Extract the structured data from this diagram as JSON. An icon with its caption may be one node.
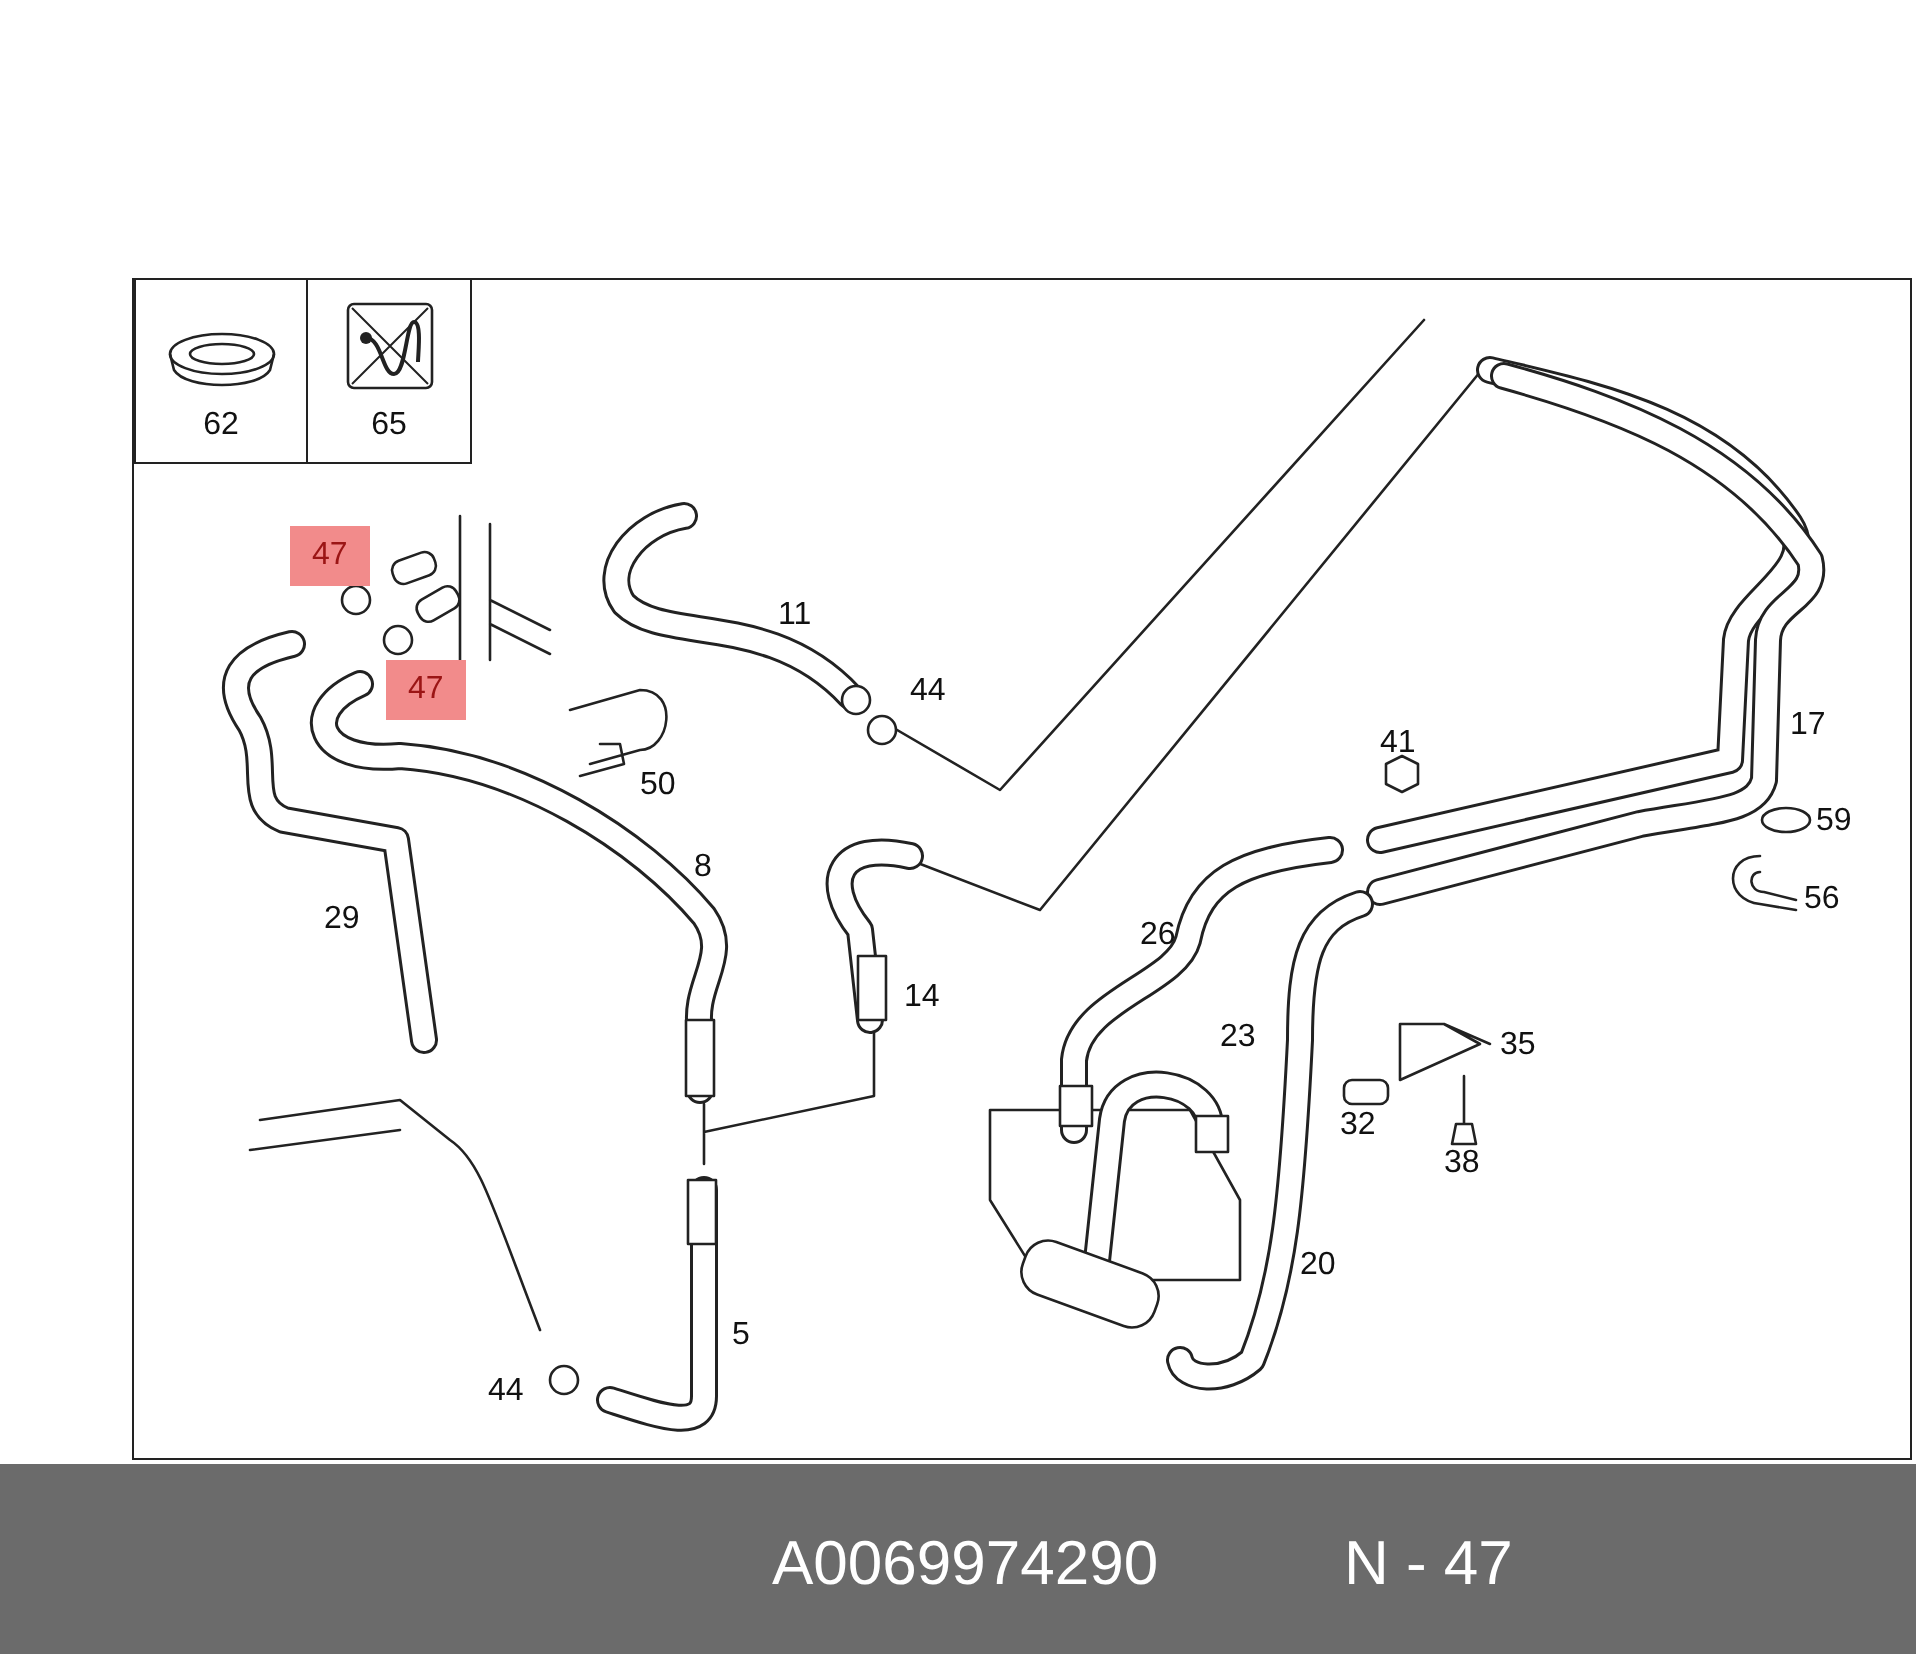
{
  "diagram": {
    "nodes": [
      {
        "text": [
          "62"
        ]
      },
      {
        "text": [
          "65"
        ]
      }
    ],
    "labels": [
      "47",
      "47",
      "11",
      "44",
      "50",
      "41",
      "17",
      "59",
      "8",
      "56",
      "29",
      "26",
      "14",
      "23",
      "35",
      "32",
      "38",
      "20",
      "5",
      "44",
      "A0069974290",
      "N - 47"
    ]
  }
}
